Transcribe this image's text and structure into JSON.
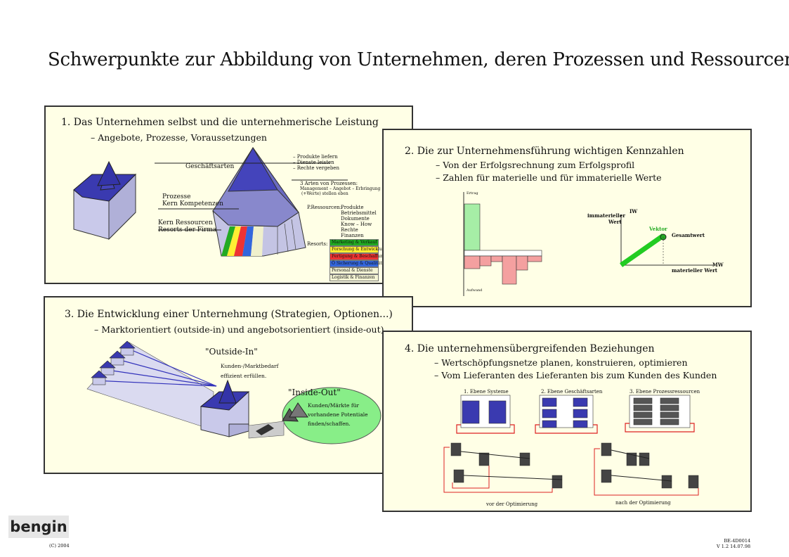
{
  "title": "Schwerpunkte zur Abbildung  von Unternehmen, deren Prozessen und Ressourcen",
  "panel1": {
    "heading": "1.  Das Unternehmen selbst und die unternehmerische Leistung",
    "sub": "– Angebote, Prozesse, Voraussetzungen",
    "label_geschaeftsarten": "Geschäftsarten",
    "label_prozesse": "Prozesse",
    "label_kern": "Kern Kompetenzen",
    "label_ressourcen": "Kern Ressourcen",
    "label_resorts": "Resorts der Firma",
    "notes_top": [
      "– Produkte liefern",
      "– Dienste leisten",
      "– Rechte vergeben"
    ],
    "arten": "3 Arten von Prozessen:",
    "arten_sub": "Management – Angebot – Erbringung",
    "arten_sub2": "(+Werte)       stellen            eben",
    "p_ressourcen": "P.Ressourcen:",
    "ressourcen_list": [
      "Produkte",
      "Betriebsmittel",
      "Dokumente",
      "Know – How",
      "Rechte",
      "Finanzen"
    ],
    "resorts_label": "Resorts:",
    "resorts": [
      {
        "label": "Marketing & Verkauf",
        "color": "#22aa22"
      },
      {
        "label": "Forschung & Entwicklung",
        "color": "#ffee33"
      },
      {
        "label": "Fertigung & Beschaffung",
        "color": "#ee3333"
      },
      {
        "label": "Ö Sicherung & Qualität",
        "color": "#3366dd"
      },
      {
        "label": "Personal & Dienste",
        "color": "#f4f4d4"
      },
      {
        "label": "Logistik & Finanzen",
        "color": "#f4f4d4"
      }
    ]
  },
  "panel2": {
    "heading": "2.  Die zur Unternehmensführung wichtigen Kennzahlen",
    "sub1": "– Von der Erfolgsrechnung zum Erfolgsprofil",
    "sub2": "– Zahlen für materielle und für immaterielle Werte",
    "ertrag": "Ertrag",
    "aufwand": "Aufwand",
    "iw": "IW",
    "immaterieller": "immaterieller",
    "wert": "Wert",
    "vektor": "Vektor",
    "gesamtwert": "Gesamtwert",
    "mw": "MW",
    "materieller": "materieller Wert"
  },
  "panel3": {
    "heading": "3.  Die Entwicklung einer Unternehmung (Strategien, Optionen...)",
    "sub": "– Marktorientiert (outside-in) und angebotsorientiert (inside-out)",
    "outside": "\"Outside-In\"",
    "outside_note1": "Kunden-/Marktbedarf",
    "outside_note2": "effizient erfüllen.",
    "inside": "\"Inside-Out\"",
    "inside_note": [
      "Kunden/Märkte für",
      "vorhandene Potentiale",
      "finden/schaffen."
    ]
  },
  "panel4": {
    "heading": "4.  Die unternehmensübergreifenden Beziehungen",
    "sub1": "– Wertschöpfungsnetze planen, konstruieren, optimieren",
    "sub2": "– Vom Lieferanten des Lieferanten bis zum Kunden des Kunden",
    "levels": [
      "1. Ebene Systeme",
      "2. Ebene Geschäftsarten",
      "3. Ebene Prozessressourcen"
    ],
    "before": "vor der Optimierung",
    "after": "nach der Optimierung"
  },
  "footer": {
    "logo": "bengin",
    "copyright": "(C) 2004",
    "code": "BE-4D0014",
    "version": "V 1.2 14.07.98"
  }
}
